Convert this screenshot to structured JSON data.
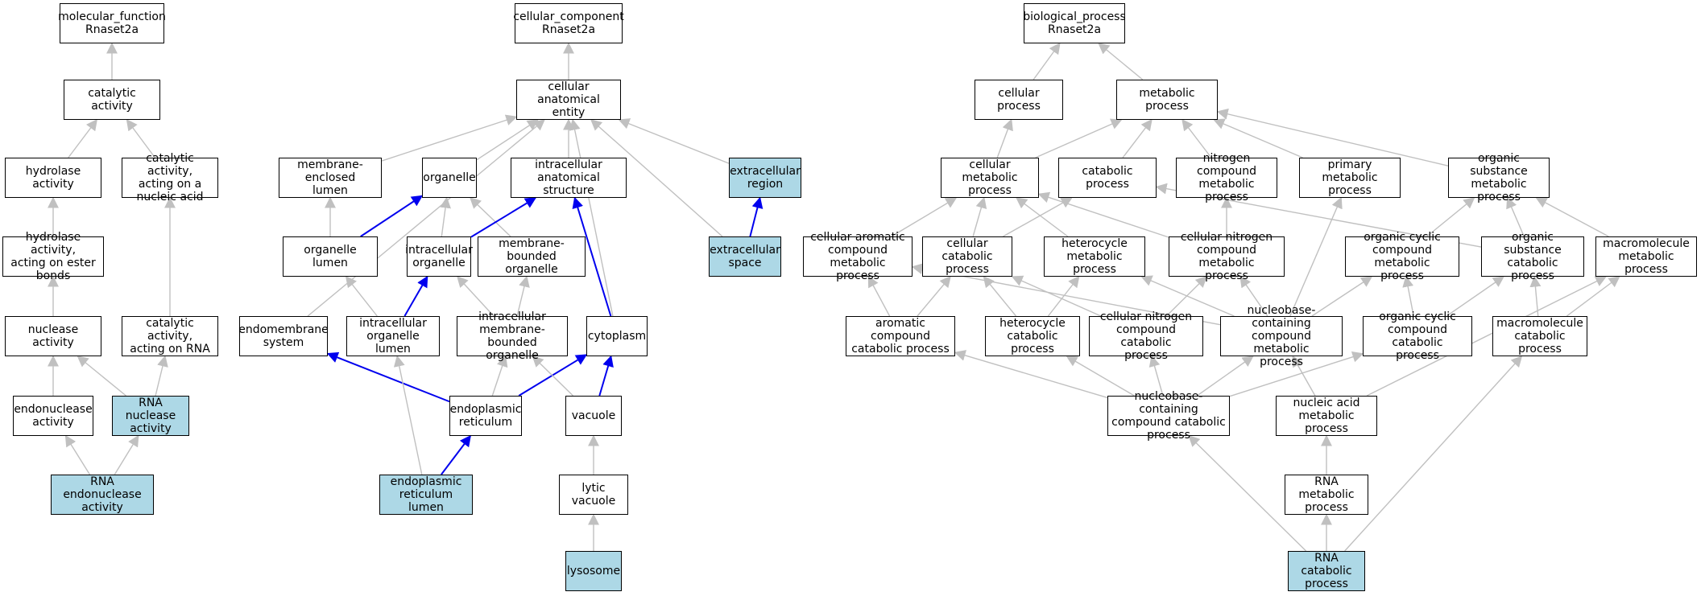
{
  "colors": {
    "highlight": "#add8e6",
    "edge_gray": "#c0c0c0",
    "edge_blue": "#0000ee",
    "border": "#000000"
  },
  "nodes": [
    {
      "id": "mf",
      "label": "molecular_function\nRnaset2a"
    },
    {
      "id": "cat",
      "label": "catalytic activity"
    },
    {
      "id": "hyd",
      "label": "hydrolase activity"
    },
    {
      "id": "can",
      "label": "catalytic activity,\nacting on a\nnucleic acid"
    },
    {
      "id": "hae",
      "label": "hydrolase activity,\nacting on ester\nbonds"
    },
    {
      "id": "nuc",
      "label": "nuclease activity"
    },
    {
      "id": "car",
      "label": "catalytic activity,\nacting on RNA"
    },
    {
      "id": "endo",
      "label": "endonuclease\nactivity"
    },
    {
      "id": "rnn",
      "label": "RNA nuclease\nactivity",
      "highlight": true
    },
    {
      "id": "rne",
      "label": "RNA endonuclease\nactivity",
      "highlight": true
    },
    {
      "id": "cc",
      "label": "cellular_component\nRnaset2a"
    },
    {
      "id": "cae",
      "label": "cellular anatomical\nentity"
    },
    {
      "id": "mel",
      "label": "membrane-enclosed\nlumen"
    },
    {
      "id": "org",
      "label": "organelle"
    },
    {
      "id": "ias",
      "label": "intracellular\nanatomical structure"
    },
    {
      "id": "exr",
      "label": "extracellular\nregion",
      "highlight": true
    },
    {
      "id": "ol",
      "label": "organelle lumen"
    },
    {
      "id": "io",
      "label": "intracellular\norganelle"
    },
    {
      "id": "mbo",
      "label": "membrane-bounded\norganelle"
    },
    {
      "id": "exs",
      "label": "extracellular\nspace",
      "highlight": true
    },
    {
      "id": "ems",
      "label": "endomembrane\nsystem"
    },
    {
      "id": "iol",
      "label": "intracellular\norganelle lumen"
    },
    {
      "id": "imbo",
      "label": "intracellular\nmembrane-bounded\norganelle"
    },
    {
      "id": "cyt",
      "label": "cytoplasm"
    },
    {
      "id": "er",
      "label": "endoplasmic\nreticulum"
    },
    {
      "id": "vac",
      "label": "vacuole"
    },
    {
      "id": "erl",
      "label": "endoplasmic\nreticulum lumen",
      "highlight": true
    },
    {
      "id": "lv",
      "label": "lytic vacuole"
    },
    {
      "id": "lys",
      "label": "lysosome",
      "highlight": true
    },
    {
      "id": "bp",
      "label": "biological_process\nRnaset2a"
    },
    {
      "id": "cp",
      "label": "cellular process"
    },
    {
      "id": "mp",
      "label": "metabolic process"
    },
    {
      "id": "cmp",
      "label": "cellular metabolic\nprocess"
    },
    {
      "id": "catp",
      "label": "catabolic process"
    },
    {
      "id": "ncmp",
      "label": "nitrogen compound\nmetabolic process"
    },
    {
      "id": "pmp",
      "label": "primary metabolic\nprocess"
    },
    {
      "id": "osmp",
      "label": "organic substance\nmetabolic process"
    },
    {
      "id": "cacmp",
      "label": "cellular aromatic\ncompound metabolic\nprocess"
    },
    {
      "id": "ccp",
      "label": "cellular catabolic\nprocess"
    },
    {
      "id": "hmp",
      "label": "heterocycle\nmetabolic process"
    },
    {
      "id": "cncmp",
      "label": "cellular nitrogen\ncompound metabolic\nprocess"
    },
    {
      "id": "occmp",
      "label": "organic cyclic\ncompound metabolic\nprocess"
    },
    {
      "id": "oscp",
      "label": "organic substance\ncatabolic process"
    },
    {
      "id": "mmp",
      "label": "macromolecule\nmetabolic process"
    },
    {
      "id": "accp",
      "label": "aromatic compound\ncatabolic process"
    },
    {
      "id": "hcp",
      "label": "heterocycle\ncatabolic process"
    },
    {
      "id": "cnccp",
      "label": "cellular nitrogen\ncompound catabolic\nprocess"
    },
    {
      "id": "nbcmp",
      "label": "nucleobase-containing\ncompound metabolic\nprocess"
    },
    {
      "id": "occcp",
      "label": "organic cyclic\ncompound catabolic\nprocess"
    },
    {
      "id": "mcp",
      "label": "macromolecule\ncatabolic process"
    },
    {
      "id": "nbccp",
      "label": "nucleobase-containing\ncompound catabolic\nprocess"
    },
    {
      "id": "namp",
      "label": "nucleic acid\nmetabolic process"
    },
    {
      "id": "rmp",
      "label": "RNA metabolic\nprocess"
    },
    {
      "id": "rcp",
      "label": "RNA catabolic\nprocess",
      "highlight": true
    }
  ],
  "edges": [
    {
      "from": "cat",
      "to": "mf"
    },
    {
      "from": "hyd",
      "to": "cat"
    },
    {
      "from": "can",
      "to": "cat"
    },
    {
      "from": "hae",
      "to": "hyd"
    },
    {
      "from": "nuc",
      "to": "hae"
    },
    {
      "from": "car",
      "to": "can"
    },
    {
      "from": "endo",
      "to": "nuc"
    },
    {
      "from": "rnn",
      "to": "nuc"
    },
    {
      "from": "rnn",
      "to": "car"
    },
    {
      "from": "rne",
      "to": "endo"
    },
    {
      "from": "rne",
      "to": "rnn"
    },
    {
      "from": "cae",
      "to": "cc"
    },
    {
      "from": "mel",
      "to": "cae"
    },
    {
      "from": "org",
      "to": "cae"
    },
    {
      "from": "ias",
      "to": "cae"
    },
    {
      "from": "exr",
      "to": "cae"
    },
    {
      "from": "exs",
      "to": "cae"
    },
    {
      "from": "ems",
      "to": "cae"
    },
    {
      "from": "cyt",
      "to": "cae"
    },
    {
      "from": "ol",
      "to": "mel"
    },
    {
      "from": "ol",
      "to": "org",
      "blue": true
    },
    {
      "from": "io",
      "to": "org"
    },
    {
      "from": "mbo",
      "to": "org"
    },
    {
      "from": "io",
      "to": "ias",
      "blue": true
    },
    {
      "from": "cyt",
      "to": "ias",
      "blue": true
    },
    {
      "from": "exs",
      "to": "exr",
      "blue": true
    },
    {
      "from": "iol",
      "to": "ol"
    },
    {
      "from": "iol",
      "to": "io",
      "blue": true
    },
    {
      "from": "imbo",
      "to": "io"
    },
    {
      "from": "imbo",
      "to": "mbo"
    },
    {
      "from": "er",
      "to": "ems",
      "blue": true
    },
    {
      "from": "er",
      "to": "imbo"
    },
    {
      "from": "er",
      "to": "cyt",
      "blue": true
    },
    {
      "from": "vac",
      "to": "imbo"
    },
    {
      "from": "vac",
      "to": "cyt",
      "blue": true
    },
    {
      "from": "erl",
      "to": "iol"
    },
    {
      "from": "erl",
      "to": "er",
      "blue": true
    },
    {
      "from": "lv",
      "to": "vac"
    },
    {
      "from": "lys",
      "to": "lv"
    },
    {
      "from": "cp",
      "to": "bp"
    },
    {
      "from": "mp",
      "to": "bp"
    },
    {
      "from": "cmp",
      "to": "cp"
    },
    {
      "from": "cmp",
      "to": "mp"
    },
    {
      "from": "catp",
      "to": "mp"
    },
    {
      "from": "ncmp",
      "to": "mp"
    },
    {
      "from": "pmp",
      "to": "mp"
    },
    {
      "from": "osmp",
      "to": "mp"
    },
    {
      "from": "cacmp",
      "to": "cmp"
    },
    {
      "from": "ccp",
      "to": "cmp"
    },
    {
      "from": "ccp",
      "to": "catp"
    },
    {
      "from": "hmp",
      "to": "cmp"
    },
    {
      "from": "cncmp",
      "to": "cmp"
    },
    {
      "from": "cncmp",
      "to": "ncmp"
    },
    {
      "from": "occmp",
      "to": "osmp"
    },
    {
      "from": "oscp",
      "to": "osmp"
    },
    {
      "from": "oscp",
      "to": "catp"
    },
    {
      "from": "mmp",
      "to": "osmp"
    },
    {
      "from": "accp",
      "to": "cacmp"
    },
    {
      "from": "accp",
      "to": "ccp"
    },
    {
      "from": "hcp",
      "to": "ccp"
    },
    {
      "from": "hcp",
      "to": "hmp"
    },
    {
      "from": "cnccp",
      "to": "ccp"
    },
    {
      "from": "cnccp",
      "to": "cncmp"
    },
    {
      "from": "nbcmp",
      "to": "cacmp"
    },
    {
      "from": "nbcmp",
      "to": "hmp"
    },
    {
      "from": "nbcmp",
      "to": "cncmp"
    },
    {
      "from": "nbcmp",
      "to": "occmp"
    },
    {
      "from": "nbcmp",
      "to": "pmp"
    },
    {
      "from": "occcp",
      "to": "occmp"
    },
    {
      "from": "occcp",
      "to": "oscp"
    },
    {
      "from": "mcp",
      "to": "oscp"
    },
    {
      "from": "mcp",
      "to": "mmp"
    },
    {
      "from": "nbccp",
      "to": "accp"
    },
    {
      "from": "nbccp",
      "to": "hcp"
    },
    {
      "from": "nbccp",
      "to": "cnccp"
    },
    {
      "from": "nbccp",
      "to": "nbcmp"
    },
    {
      "from": "nbccp",
      "to": "occcp"
    },
    {
      "from": "namp",
      "to": "nbcmp"
    },
    {
      "from": "namp",
      "to": "mmp"
    },
    {
      "from": "rmp",
      "to": "namp"
    },
    {
      "from": "rcp",
      "to": "rmp"
    },
    {
      "from": "rcp",
      "to": "nbccp"
    },
    {
      "from": "rcp",
      "to": "mcp"
    }
  ]
}
